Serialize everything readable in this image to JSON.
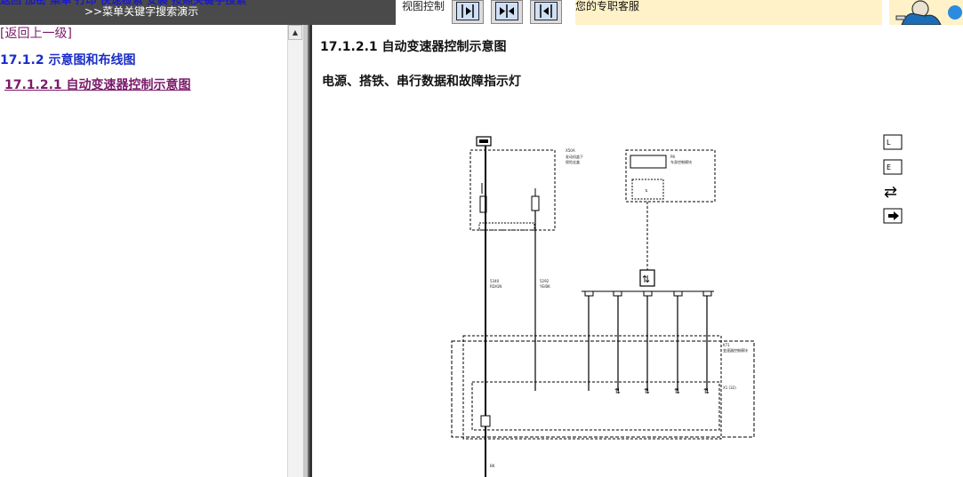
{
  "topbar": {
    "ticker_text": "返回  加密  菜单  打印  快速检索  安装  按照关键字搜索",
    "search_demo_link": ">>菜单关键字搜索演示",
    "view_control_label": "视图控制",
    "view_buttons": [
      {
        "icon": "collapse-left-icon"
      },
      {
        "icon": "split-view-icon"
      },
      {
        "icon": "collapse-right-icon"
      }
    ],
    "service_text": "您的专职客服"
  },
  "nav": {
    "back_label": "[返回上一级]",
    "section_heading": "17.1.2 示意图和布线图",
    "current_link": "17.1.2.1 自动变速器控制示意图"
  },
  "document": {
    "title": "17.1.2.1 自动变速器控制示意图",
    "subtitle": "电源、搭铁、串行数据和故障指示灯"
  },
  "colors": {
    "nav_heading": "#1a2ec8",
    "nav_link": "#7a1a6a",
    "top_link": "#ffffff",
    "service_bg": "#fff2c8"
  }
}
